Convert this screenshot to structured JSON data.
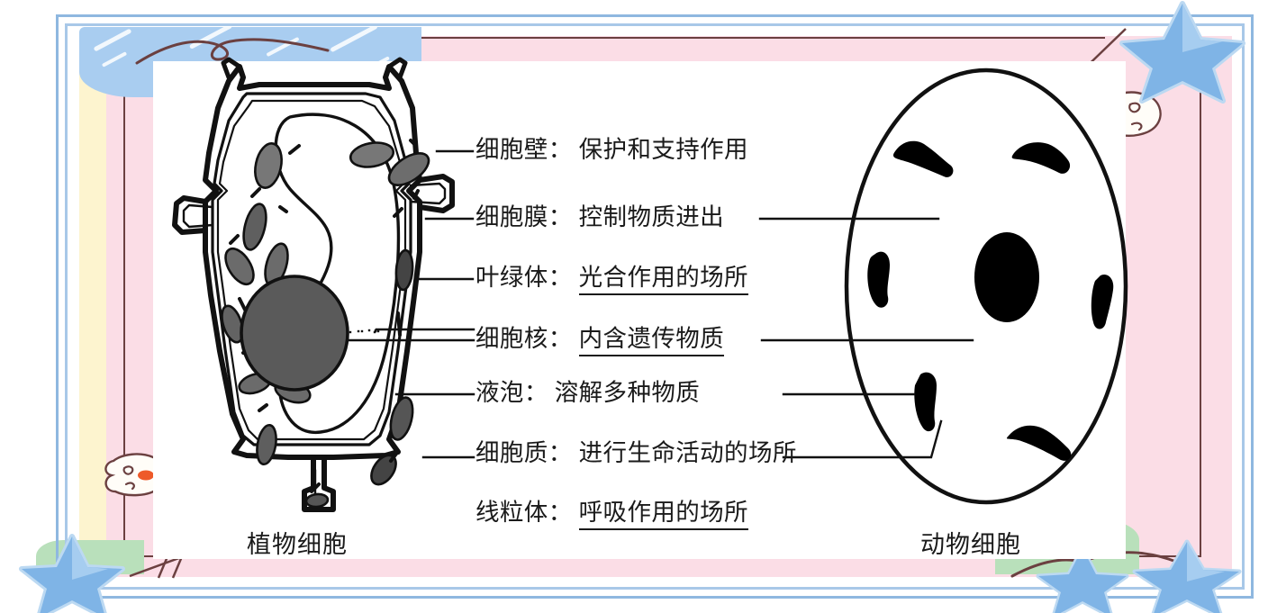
{
  "diagram": {
    "title_plant": "植物细胞",
    "title_animal": "动物细胞",
    "labels": [
      {
        "term": "细胞壁",
        "colon": "：",
        "desc": "保护和支持作用",
        "underlined": false
      },
      {
        "term": "细胞膜",
        "colon": "：",
        "desc": "控制物质进出",
        "underlined": false
      },
      {
        "term": "叶绿体",
        "colon": "：",
        "desc": "光合作用的场所",
        "underlined": true
      },
      {
        "term": "细胞核",
        "colon": "：",
        "desc": "内含遗传物质",
        "underlined": true
      },
      {
        "term": "液泡",
        "colon": "：",
        "desc": "溶解多种物质",
        "underlined": false
      },
      {
        "term": "细胞质",
        "colon": "：",
        "desc": "进行生命活动的场所",
        "underlined": false
      },
      {
        "term": "线粒体",
        "colon": "：",
        "desc": "呼吸作用的场所",
        "underlined": true
      }
    ]
  },
  "colors": {
    "frame_blue": "#8fb8e0",
    "band_yellow": "#fdf4cf",
    "band_pink": "#fbdde6",
    "band_brown": "#6b4040",
    "sky_blue": "#a9cdf0",
    "grass_green": "#b9e0bb",
    "star_blue": "#7fb4e6",
    "ink": "#1a1a1a",
    "nucleus_gray": "#595959",
    "chloroplast_gray": "#6e6e6e"
  }
}
